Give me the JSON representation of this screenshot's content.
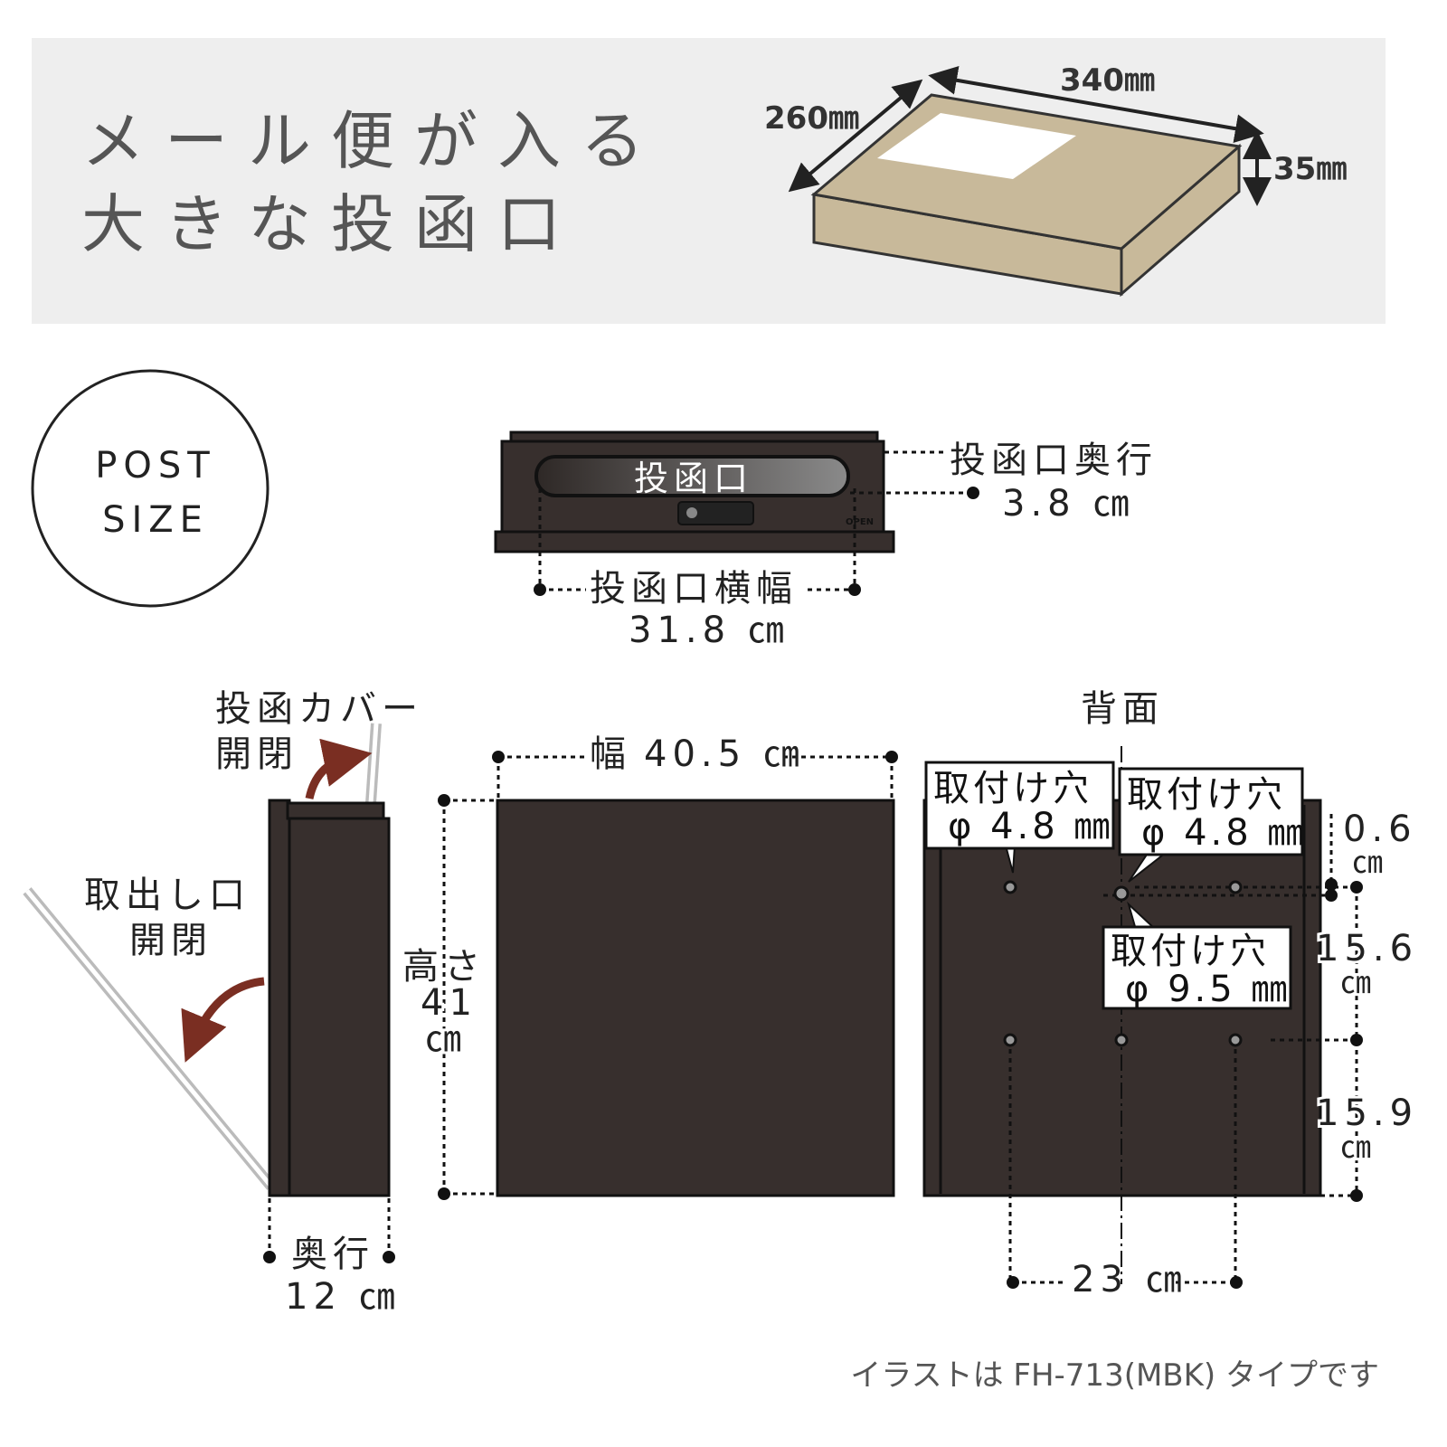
{
  "headline": {
    "line1": "メール便が入る",
    "line2": "大きな投函口"
  },
  "parcel": {
    "depth": "260㎜",
    "width": "340㎜",
    "height": "35㎜"
  },
  "badge": {
    "line1": "POST",
    "line2": "SIZE"
  },
  "top_view": {
    "slot_label": "投函口",
    "lock_text": "OPEN",
    "slot_depth_label": "投函口奥行",
    "slot_depth_value": "3.8 ㎝",
    "slot_width_label": "投函口横幅",
    "slot_width_value": "31.8 ㎝"
  },
  "side_view": {
    "cover_label_1": "投函カバー",
    "cover_label_2": "開閉",
    "door_label_1": "取出し口",
    "door_label_2": "開閉",
    "depth_label": "奥行",
    "depth_value": "12 ㎝"
  },
  "front_view": {
    "width_label": "幅",
    "width_value": "40.5 ㎝",
    "height_label": "高さ",
    "height_value": "41",
    "height_unit": "㎝"
  },
  "back_view": {
    "title": "背面",
    "callouts": [
      {
        "label": "取付け穴",
        "size": "φ 4.8 ㎜"
      },
      {
        "label": "取付け穴",
        "size": "φ 4.8 ㎜"
      },
      {
        "label": "取付け穴",
        "size": "φ 9.5 ㎜"
      }
    ],
    "dims": [
      {
        "value": "0.6",
        "unit": "㎝"
      },
      {
        "value": "15.6",
        "unit": "㎝"
      },
      {
        "value": "15.9",
        "unit": "㎝"
      }
    ],
    "hole_spacing": "23 ㎝"
  },
  "footer": "イラストは FH-713(MBK) タイプです",
  "colors": {
    "panel": "#eeeeee",
    "parcel": "#c8b99a",
    "body": "#372f2d",
    "arrow": "#7a2e22"
  }
}
